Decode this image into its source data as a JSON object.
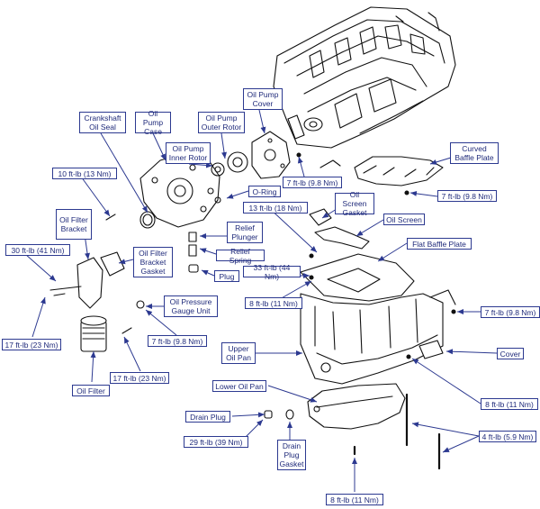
{
  "theme": {
    "callout_color": "#2c3990",
    "line_color": "#000000"
  },
  "labels": {
    "crankshaft_oil_seal": "Crankshaft Oil Seal",
    "oil_pump_case": "Oil Pump Case",
    "oil_pump_outer_rotor": "Oil Pump Outer Rotor",
    "oil_pump_cover": "Oil Pump Cover",
    "oil_pump_inner_rotor": "Oil Pump Inner Rotor",
    "torque_10": "10 ft-lb (13 Nm)",
    "torque_7_cover": "7 ft-lb (9.8 Nm)",
    "curved_baffle_plate": "Curved Baffle Plate",
    "o_ring": "O-Ring",
    "torque_7_baffle": "7 ft-lb (9.8 Nm)",
    "oil_filter_bracket": "Oil Filter Bracket",
    "oil_screen_gasket": "Oil Screen Gasket",
    "torque_13": "13 ft-lb (18 Nm)",
    "oil_screen": "Oil Screen",
    "relief_plunger": "Relief Plunger",
    "relief_spring": "Relief Spring",
    "flat_baffle_plate": "Flat Baffle Plate",
    "torque_30": "30 ft-lb (41 Nm)",
    "oil_filter_bracket_gasket": "Oil Filter Bracket Gasket",
    "plug": "Plug",
    "torque_33": "33 ft-lb (44 Nm)",
    "torque_8_upper": "8 ft-lb (11 Nm)",
    "oil_pressure_gauge_unit": "Oil Pressure Gauge Unit",
    "torque_7_side": "7 ft-lb (9.8 Nm)",
    "torque_17_left": "17 ft-lb (23 Nm)",
    "torque_7_gauge": "7 ft-lb (9.8 Nm)",
    "upper_oil_pan": "Upper Oil Pan",
    "cover": "Cover",
    "torque_17_bottom": "17 ft-lb (23 Nm)",
    "oil_filter": "Oil Filter",
    "lower_oil_pan": "Lower Oil Pan",
    "torque_8_right": "8 ft-lb (11 Nm)",
    "drain_plug": "Drain Plug",
    "torque_4": "4 ft-lb (5.9 Nm)",
    "torque_29": "29 ft-lb (39 Nm)",
    "drain_plug_gasket": "Drain Plug Gasket",
    "torque_8_bottom": "8 ft-lb (11 Nm)"
  }
}
